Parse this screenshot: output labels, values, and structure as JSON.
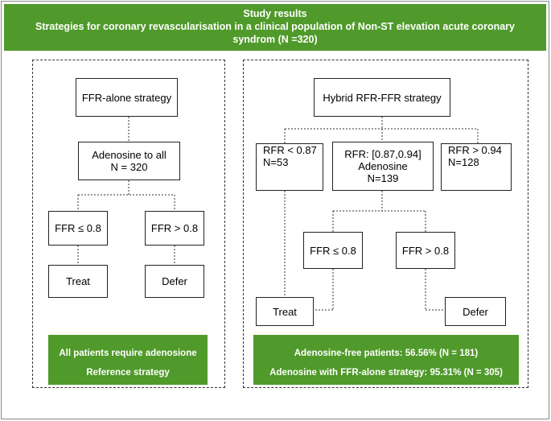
{
  "header": {
    "title": "Study results",
    "subtitle_line1": "Strategies for coronary revascularisation in a clinical population of Non-ST elevation acute coronary",
    "subtitle_line2": "syndrom (N =320)"
  },
  "left_panel": {
    "strategy": "FFR-alone strategy",
    "adenosine_line1": "Adenosine to all",
    "adenosine_line2": "N = 320",
    "ffr_low": "FFR ≤ 0.8",
    "ffr_high": "FFR > 0.8",
    "treat": "Treat",
    "defer": "Defer",
    "summary_line1": "All patients require adenosione",
    "summary_line2": "Reference strategy"
  },
  "right_panel": {
    "strategy": "Hybrid RFR-FFR strategy",
    "rfr_low_line1": "RFR < 0.87",
    "rfr_low_line2": "N=53",
    "rfr_mid_line1": "RFR: [0.87,0.94]",
    "rfr_mid_line2": "Adenosine",
    "rfr_mid_line3": "N=139",
    "rfr_high_line1": "RFR > 0.94",
    "rfr_high_line2": "N=128",
    "ffr_low": "FFR ≤ 0.8",
    "ffr_high": "FFR > 0.8",
    "treat": "Treat",
    "defer": "Defer",
    "summary_line1": "Adenosine-free patients: 56.56% (N = 181)",
    "summary_line2": "Adenosine with FFR-alone strategy: 95.31% (N = 305)"
  },
  "colors": {
    "accent_green": "#4f9a2a",
    "border": "#222222"
  }
}
